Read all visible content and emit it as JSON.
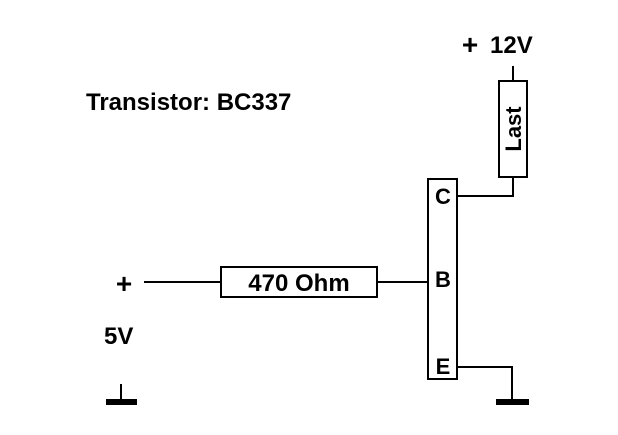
{
  "title": "Transistor: BC337",
  "supply": {
    "plus_sign": "+",
    "voltage": "12V"
  },
  "load": {
    "label": "Last"
  },
  "input": {
    "plus_sign": "+",
    "voltage": "5V"
  },
  "resistor": {
    "label": "470 Ohm"
  },
  "transistor": {
    "collector": "C",
    "base": "B",
    "emitter": "E"
  }
}
